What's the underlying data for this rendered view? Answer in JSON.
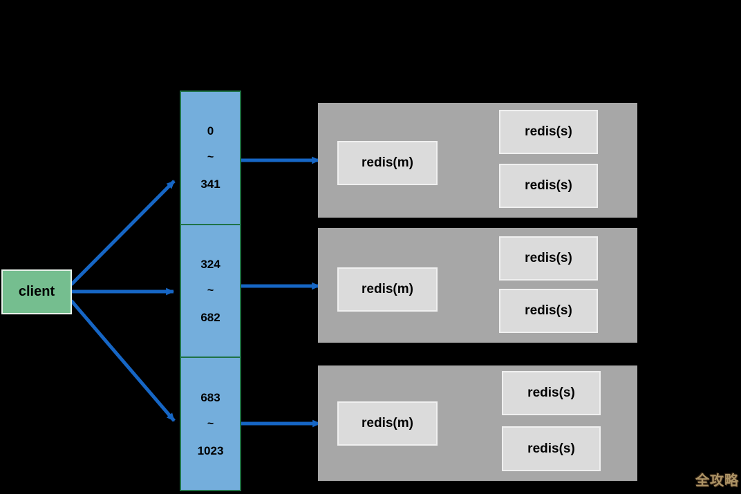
{
  "diagram": {
    "client": {
      "label": "client"
    },
    "slot_column": {
      "segments": [
        {
          "start": "0",
          "separator": "~",
          "end": "341"
        },
        {
          "start": "324",
          "separator": "~",
          "end": "682"
        },
        {
          "start": "683",
          "separator": "~",
          "end": "1023"
        }
      ]
    },
    "shards": [
      {
        "master": "redis(m)",
        "slaves": [
          "redis(s)",
          "redis(s)"
        ]
      },
      {
        "master": "redis(m)",
        "slaves": [
          "redis(s)",
          "redis(s)"
        ]
      },
      {
        "master": "redis(m)",
        "slaves": [
          "redis(s)",
          "redis(s)"
        ]
      }
    ],
    "watermark": "全攻略"
  },
  "colors": {
    "background": "#000000",
    "client_fill": "#75BE8F",
    "client_border": "#EAF3EC",
    "slot_fill": "#74AEDC",
    "slot_border": "#1F7246",
    "panel_fill": "#A7A7A7",
    "node_fill": "#DBDBDB",
    "node_border": "#F0F0F0",
    "arrow": "#1666C5",
    "text": "#000000",
    "watermark": "#AD9466"
  }
}
